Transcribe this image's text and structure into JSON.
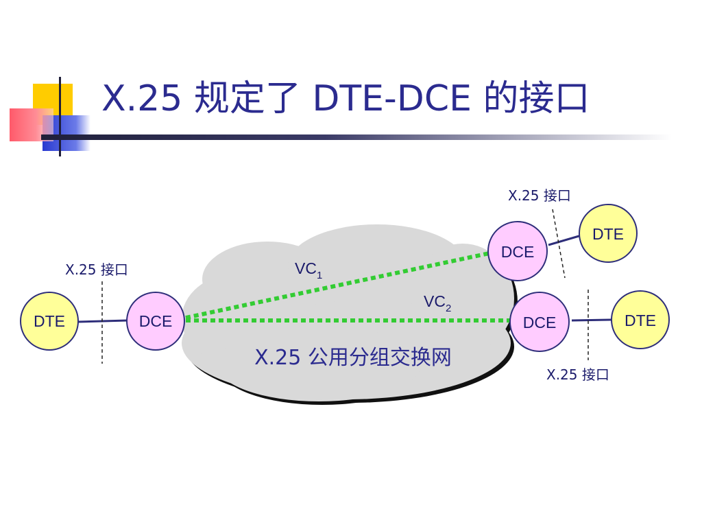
{
  "slide": {
    "title": "X.25 规定了 DTE-DCE 的接口"
  },
  "diagram": {
    "cloud_label": "X.25 公用分组交换网",
    "interface_labels": {
      "left": "X.25 接口",
      "top_right": "X.25 接口",
      "bottom_right": "X.25 接口"
    },
    "nodes": {
      "dte_left": "DTE",
      "dce_left": "DCE",
      "dce_top_right": "DCE",
      "dte_top_right": "DTE",
      "dce_bottom_right": "DCE",
      "dte_bottom_right": "DTE"
    },
    "virtual_circuits": {
      "vc1": {
        "base": "VC",
        "sub": "1"
      },
      "vc2": {
        "base": "VC",
        "sub": "2"
      }
    },
    "colors": {
      "dte_fill": "#ffff99",
      "dce_fill": "#ffccff",
      "node_stroke": "#2e2e7a",
      "circuit": "#33cc33",
      "cloud_fill": "#d9d9d9",
      "text": "#2b2b8f"
    }
  }
}
